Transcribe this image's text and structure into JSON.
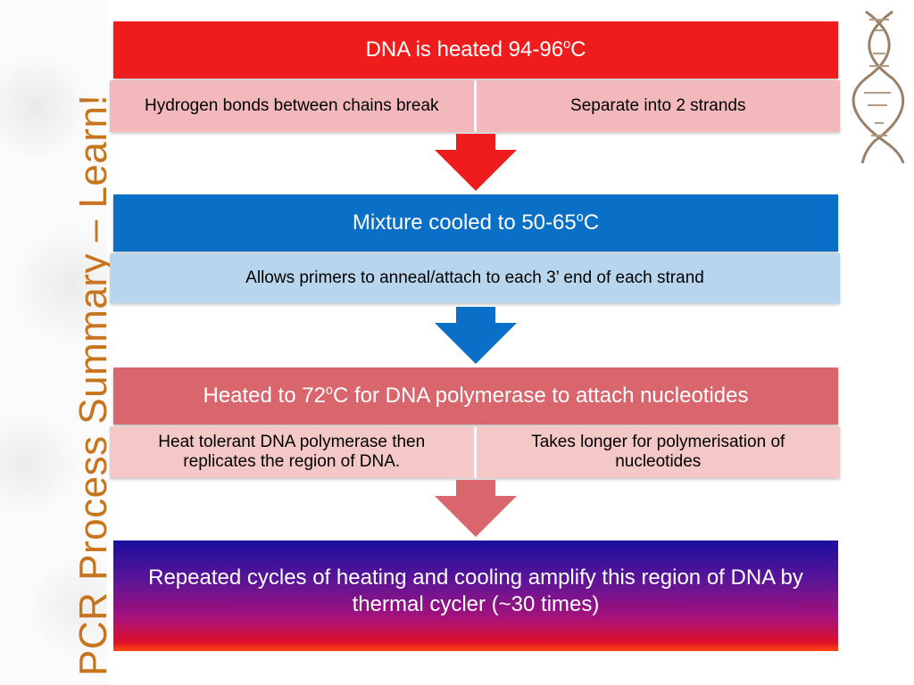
{
  "side_title": "PCR  Process Summary – Learn!",
  "stages": [
    {
      "header_text": "DNA is heated 94-96",
      "header_sup": "o",
      "header_suffix": "C",
      "notes": [
        "Hydrogen bonds between  chains break",
        "Separate into 2 strands"
      ]
    },
    {
      "header_text": "Mixture cooled to 50-65",
      "header_sup": "o",
      "header_suffix": "C",
      "notes": [
        "Allows primers to anneal/attach to each 3’ end of each strand"
      ]
    },
    {
      "header_text": "Heated to 72",
      "header_sup": "o",
      "header_suffix": "C for DNA polymerase to attach nucleotides",
      "notes": [
        "Heat tolerant DNA polymerase then replicates the region of DNA.",
        "Takes longer for polymerisation of nucleotides"
      ]
    }
  ],
  "final_text": "Repeated cycles of heating and cooling amplify this region of DNA by thermal cycler (~30 times)",
  "colors": {
    "stage1_header": "#ee1c1c",
    "stage1_notes": "#f2b8bc",
    "stage2_header": "#0a6fc7",
    "stage2_notes": "#b7d6ee",
    "stage3_header": "#d9656d",
    "stage3_notes": "#f4c8c6",
    "side_title": "#c7741c"
  },
  "icons": [
    "dna-helix-icon"
  ]
}
